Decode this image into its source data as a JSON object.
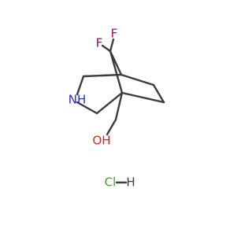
{
  "molecule": {
    "atoms": {
      "fluorine_top": "F",
      "fluorine_left": "F",
      "nitrogen": "NH",
      "hydroxyl": "OH",
      "chlorine": "Cl",
      "hydrogen": "H"
    },
    "colors": {
      "bond": "#3c3c3c",
      "fluorine": "#b5006b",
      "nitrogen": "#2b2bd6",
      "oxygen": "#e02020",
      "chlorine": "#3f9f2f",
      "hydrogen": "#3c3c3c"
    }
  }
}
